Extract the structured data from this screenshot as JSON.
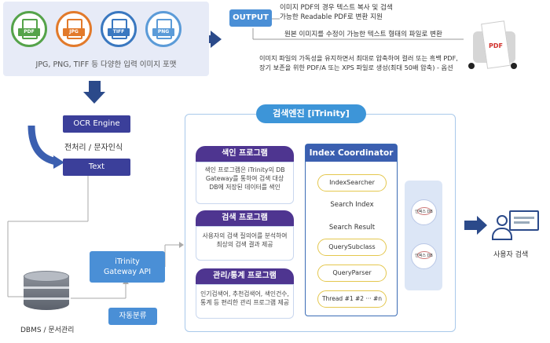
{
  "input": {
    "icons": [
      {
        "tag": "PDF",
        "color": "#55a34a"
      },
      {
        "tag": "JPG",
        "color": "#e27a2b"
      },
      {
        "tag": "TIFF",
        "color": "#3a78c0"
      },
      {
        "tag": "PNG",
        "color": "#5b9bd8"
      }
    ],
    "caption": "JPG, PNG, TIFF 등 다양한 입력 이미지 포맷"
  },
  "output": {
    "label": "OUTPUT",
    "line1": "이미지 PDF의 경우 텍스트 복사 및 검색",
    "line2": "가능한 Readable PDF로 변환 지원",
    "line3": "원본 이미지를 수정이 가능한 텍스트 형태의 파일로 변환",
    "line4": "이미지 파일의 가독성을 유지하면서 최대로 압축하여 컬러 또는 흑백 PDF,",
    "line5": "장기 보존을 위한 PDF/A 또는 XPS 파일로 생성(최대 50배 압축) - 옵션",
    "pdf_tag": "PDF"
  },
  "ocr": {
    "engine_label": "OCR Engine",
    "process_label": "전처리 / 문자인식",
    "text_label": "Text"
  },
  "dbms": {
    "label": "DBMS / 문서관리"
  },
  "gateway": {
    "line1": "iTrinity",
    "line2": "Gateway API"
  },
  "auto_class": {
    "label": "자동분류"
  },
  "engine": {
    "title": "검색엔진 [iTrinity]",
    "index_program": {
      "title": "색인 프로그램",
      "line1": "색인 프로그램은 iTrinity의 DB",
      "line2": "Gateway를 통하여 검색 대상",
      "line3": "DB에 저장된 데이터를 색인"
    },
    "search_program": {
      "title": "검색 프로그램",
      "line1": "사용자의 검색 질의어를 분석하여",
      "line2": "최상의 검색 결과 제공"
    },
    "admin_program": {
      "title": "관리/통계 프로그램",
      "line1": "인기검색어, 추천검색어, 색인건수,",
      "line2": "통계 등 편리한 관리 프로그램 제공"
    },
    "coordinator": {
      "title": "Index Coordinator",
      "index_searcher": "IndexSearcher",
      "search_index": "Search Index",
      "search_result": "Search Result",
      "query_subclass": "QuerySubclass",
      "query_parser": "QueryParser",
      "thread": "Thread #1 #2 ··· #n"
    },
    "db1": "인덱스 DB",
    "db2": "인덱스 DB"
  },
  "user": {
    "label": "사용자 검색"
  }
}
